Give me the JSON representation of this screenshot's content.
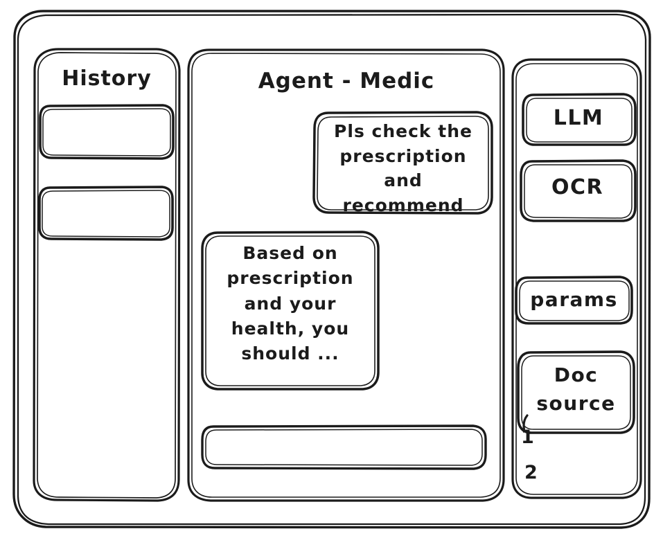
{
  "window": {
    "style": "hand-drawn-wireframe",
    "ink_color": "#1b1b1b",
    "background_color": "#ffffff"
  },
  "sidebar_left": {
    "title": "History",
    "items": [
      {
        "label": "",
        "name": "history-item-1"
      },
      {
        "label": "",
        "name": "history-item-2"
      }
    ]
  },
  "main": {
    "title": "Agent - Medic",
    "messages": [
      {
        "role": "user",
        "align": "right",
        "text": "Pls check the\nprescription\nand recommend"
      },
      {
        "role": "assistant",
        "align": "left",
        "text": "Based on\nprescription\nand your\nhealth, you\nshould ..."
      }
    ],
    "composer": {
      "value": "",
      "placeholder": ""
    }
  },
  "sidebar_right": {
    "tools": [
      {
        "label": "LLM",
        "name": "tool-card-llm"
      },
      {
        "label": "OCR",
        "name": "tool-card-ocr"
      },
      {
        "label": "params",
        "name": "tool-card-params"
      },
      {
        "label": "Doc\nsource",
        "name": "tool-card-doc-source"
      }
    ],
    "sources": [
      {
        "label": "1"
      },
      {
        "label": "2"
      }
    ]
  }
}
